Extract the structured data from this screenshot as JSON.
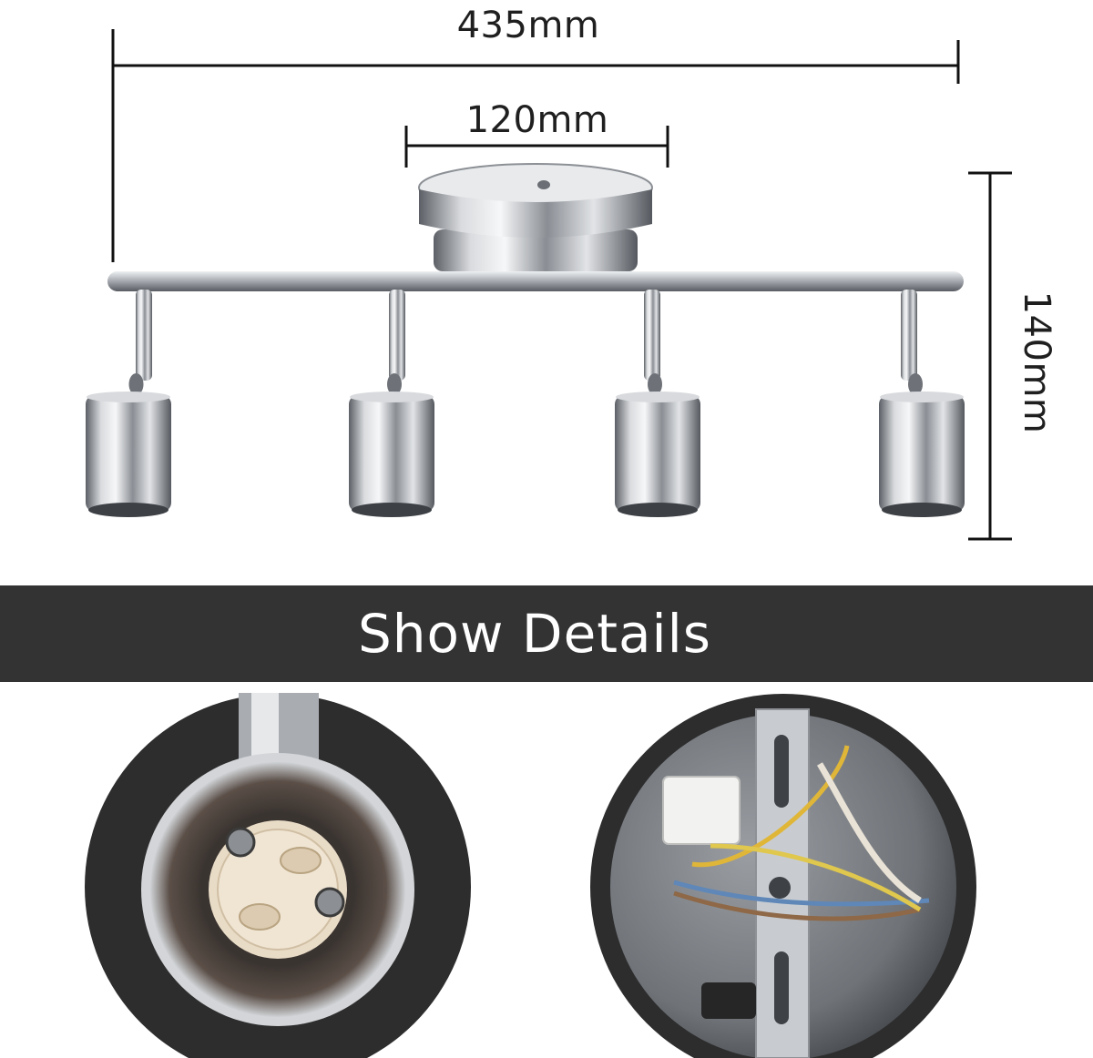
{
  "dimensions": {
    "overall_width": "435mm",
    "mount_width": "120mm",
    "height": "140mm"
  },
  "banner": {
    "title": "Show Details"
  },
  "details": {
    "left_icon": "gu10-lamp-socket",
    "right_icon": "ceiling-mount-wiring"
  },
  "colors": {
    "banner_bg": "#333333",
    "banner_text": "#ffffff",
    "chrome": "#b9bcc0",
    "dark_disc": "#2e2e2e"
  }
}
